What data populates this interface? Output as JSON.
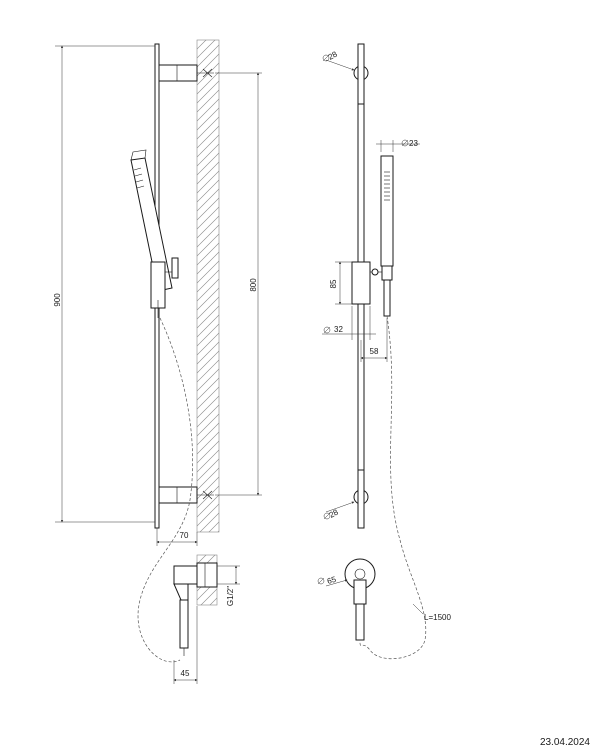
{
  "dimensions": {
    "total_height": "900",
    "bracket_spacing": "800",
    "wall_offset": "70",
    "outlet_width": "45",
    "thread": "G1/2\"",
    "bar_dia_top": "28",
    "bar_dia_bottom": "28",
    "handshower_dia": "23",
    "holder_height": "85",
    "holder_dia": "32",
    "holder_offset": "58",
    "outlet_dia": "65",
    "hose_length": "L=1500"
  },
  "footer": {
    "date": "23.04.2024"
  }
}
